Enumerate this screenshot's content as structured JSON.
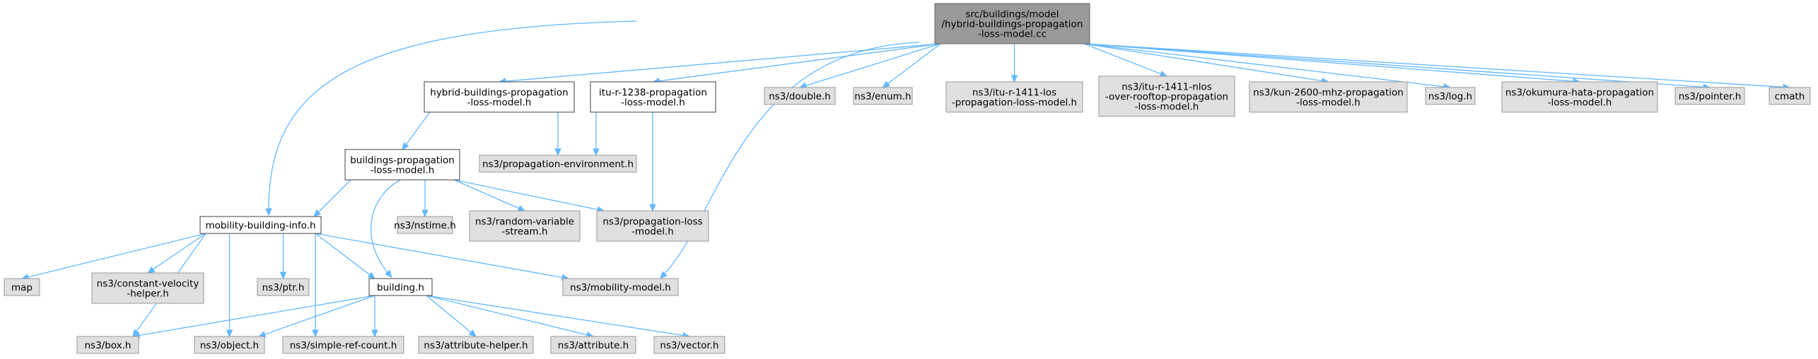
{
  "graph": {
    "nodes": [
      {
        "id": "root",
        "style": "root",
        "lines": [
          "src/buildings/model",
          "/hybrid-buildings-propagation",
          "-loss-model.cc"
        ]
      },
      {
        "id": "hybrid_h",
        "style": "documented",
        "lines": [
          "hybrid-buildings-propagation",
          "-loss-model.h"
        ]
      },
      {
        "id": "itu1238",
        "style": "documented",
        "lines": [
          "itu-r-1238-propagation",
          "-loss-model.h"
        ]
      },
      {
        "id": "double",
        "style": "external",
        "lines": [
          "ns3/double.h"
        ]
      },
      {
        "id": "enum",
        "style": "external",
        "lines": [
          "ns3/enum.h"
        ]
      },
      {
        "id": "itu1411los",
        "style": "external",
        "lines": [
          "ns3/itu-r-1411-los",
          "-propagation-loss-model.h"
        ]
      },
      {
        "id": "itu1411nlos",
        "style": "external",
        "lines": [
          "ns3/itu-r-1411-nlos",
          "-over-rooftop-propagation",
          "-loss-model.h"
        ]
      },
      {
        "id": "kun",
        "style": "external",
        "lines": [
          "ns3/kun-2600-mhz-propagation",
          "-loss-model.h"
        ]
      },
      {
        "id": "log",
        "style": "external",
        "lines": [
          "ns3/log.h"
        ]
      },
      {
        "id": "okumura",
        "style": "external",
        "lines": [
          "ns3/okumura-hata-propagation",
          "-loss-model.h"
        ]
      },
      {
        "id": "pointer",
        "style": "external",
        "lines": [
          "ns3/pointer.h"
        ]
      },
      {
        "id": "cmath",
        "style": "external",
        "lines": [
          "cmath"
        ]
      },
      {
        "id": "bplm",
        "style": "documented",
        "lines": [
          "buildings-propagation",
          "-loss-model.h"
        ]
      },
      {
        "id": "propenv",
        "style": "external",
        "lines": [
          "ns3/propagation-environment.h"
        ]
      },
      {
        "id": "mbi",
        "style": "documented",
        "lines": [
          "mobility-building-info.h"
        ]
      },
      {
        "id": "nstime",
        "style": "external",
        "lines": [
          "ns3/nstime.h"
        ]
      },
      {
        "id": "rvs",
        "style": "external",
        "lines": [
          "ns3/random-variable",
          "-stream.h"
        ]
      },
      {
        "id": "plm",
        "style": "external",
        "lines": [
          "ns3/propagation-loss",
          "-model.h"
        ]
      },
      {
        "id": "map",
        "style": "external",
        "lines": [
          "map"
        ]
      },
      {
        "id": "cvh",
        "style": "external",
        "lines": [
          "ns3/constant-velocity",
          "-helper.h"
        ]
      },
      {
        "id": "ptr",
        "style": "external",
        "lines": [
          "ns3/ptr.h"
        ]
      },
      {
        "id": "building",
        "style": "documented",
        "lines": [
          "building.h"
        ]
      },
      {
        "id": "mobmodel",
        "style": "external",
        "lines": [
          "ns3/mobility-model.h"
        ]
      },
      {
        "id": "box",
        "style": "external",
        "lines": [
          "ns3/box.h"
        ]
      },
      {
        "id": "object",
        "style": "external",
        "lines": [
          "ns3/object.h"
        ]
      },
      {
        "id": "src",
        "style": "external",
        "lines": [
          "ns3/simple-ref-count.h"
        ]
      },
      {
        "id": "attrhelper",
        "style": "external",
        "lines": [
          "ns3/attribute-helper.h"
        ]
      },
      {
        "id": "attr",
        "style": "external",
        "lines": [
          "ns3/attribute.h"
        ]
      },
      {
        "id": "vector",
        "style": "external",
        "lines": [
          "ns3/vector.h"
        ]
      }
    ],
    "edges": [
      [
        "root",
        "hybrid_h"
      ],
      [
        "root",
        "itu1238"
      ],
      [
        "root",
        "double"
      ],
      [
        "root",
        "enum"
      ],
      [
        "root",
        "itu1411los"
      ],
      [
        "root",
        "itu1411nlos"
      ],
      [
        "root",
        "kun"
      ],
      [
        "root",
        "log"
      ],
      [
        "root",
        "okumura"
      ],
      [
        "root",
        "pointer"
      ],
      [
        "root",
        "cmath"
      ],
      [
        "root",
        "mbi"
      ],
      [
        "root",
        "mobmodel"
      ],
      [
        "hybrid_h",
        "bplm"
      ],
      [
        "hybrid_h",
        "propenv"
      ],
      [
        "itu1238",
        "propenv"
      ],
      [
        "itu1238",
        "plm"
      ],
      [
        "bplm",
        "mbi"
      ],
      [
        "bplm",
        "nstime"
      ],
      [
        "bplm",
        "rvs"
      ],
      [
        "bplm",
        "plm"
      ],
      [
        "bplm",
        "building"
      ],
      [
        "mbi",
        "map"
      ],
      [
        "mbi",
        "cvh"
      ],
      [
        "mbi",
        "ptr"
      ],
      [
        "mbi",
        "building"
      ],
      [
        "mbi",
        "mobmodel"
      ],
      [
        "mbi",
        "box"
      ],
      [
        "mbi",
        "object"
      ],
      [
        "mbi",
        "src"
      ],
      [
        "building",
        "box"
      ],
      [
        "building",
        "object"
      ],
      [
        "building",
        "src"
      ],
      [
        "building",
        "attrhelper"
      ],
      [
        "building",
        "attr"
      ],
      [
        "building",
        "vector"
      ]
    ],
    "colors": {
      "root_fill": "#999999",
      "root_stroke": "#666666",
      "documented_fill": "#ffffff",
      "documented_stroke": "#404040",
      "external_fill": "#e0e0e0",
      "external_stroke": "#999999",
      "edge": "#63b8ff",
      "text": "#000000"
    }
  }
}
